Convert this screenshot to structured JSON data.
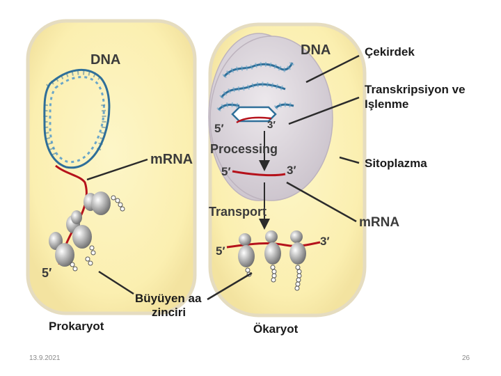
{
  "prokaryote": {
    "dna": "DNA",
    "mrna": "mRNA",
    "five_prime": "5′",
    "chain_line1": "Büyüyen aa",
    "chain_line2": "zinciri",
    "caption": "Prokaryot"
  },
  "eukaryote": {
    "dna": "DNA",
    "nucleus": "Çekirdek",
    "transcription_line1": "Transkripsiyon ve",
    "transcription_line2": "Işlenme",
    "five_prime_top": "5′",
    "three_prime_top": "3′",
    "processing": "Processing",
    "five_prime_mid": "5′",
    "three_prime_mid": "3′",
    "cytoplasm": "Sitoplazma",
    "transport": "Transport",
    "mrna": "mRNA",
    "five_prime_bottom": "5′",
    "three_prime_bottom": "3′",
    "caption": "Ökaryot"
  },
  "footer": {
    "date": "13.9.2021",
    "page": "26"
  },
  "colors": {
    "cell_fill": "#fbf1b6",
    "cell_border": "#e8dfc2",
    "nucleus_fill": "#ddd7de",
    "dna_helix": "#2f6f99",
    "mrna": "#b5121b",
    "ribosome": "#a9a9a9",
    "pointer": "#2b2b2b"
  }
}
